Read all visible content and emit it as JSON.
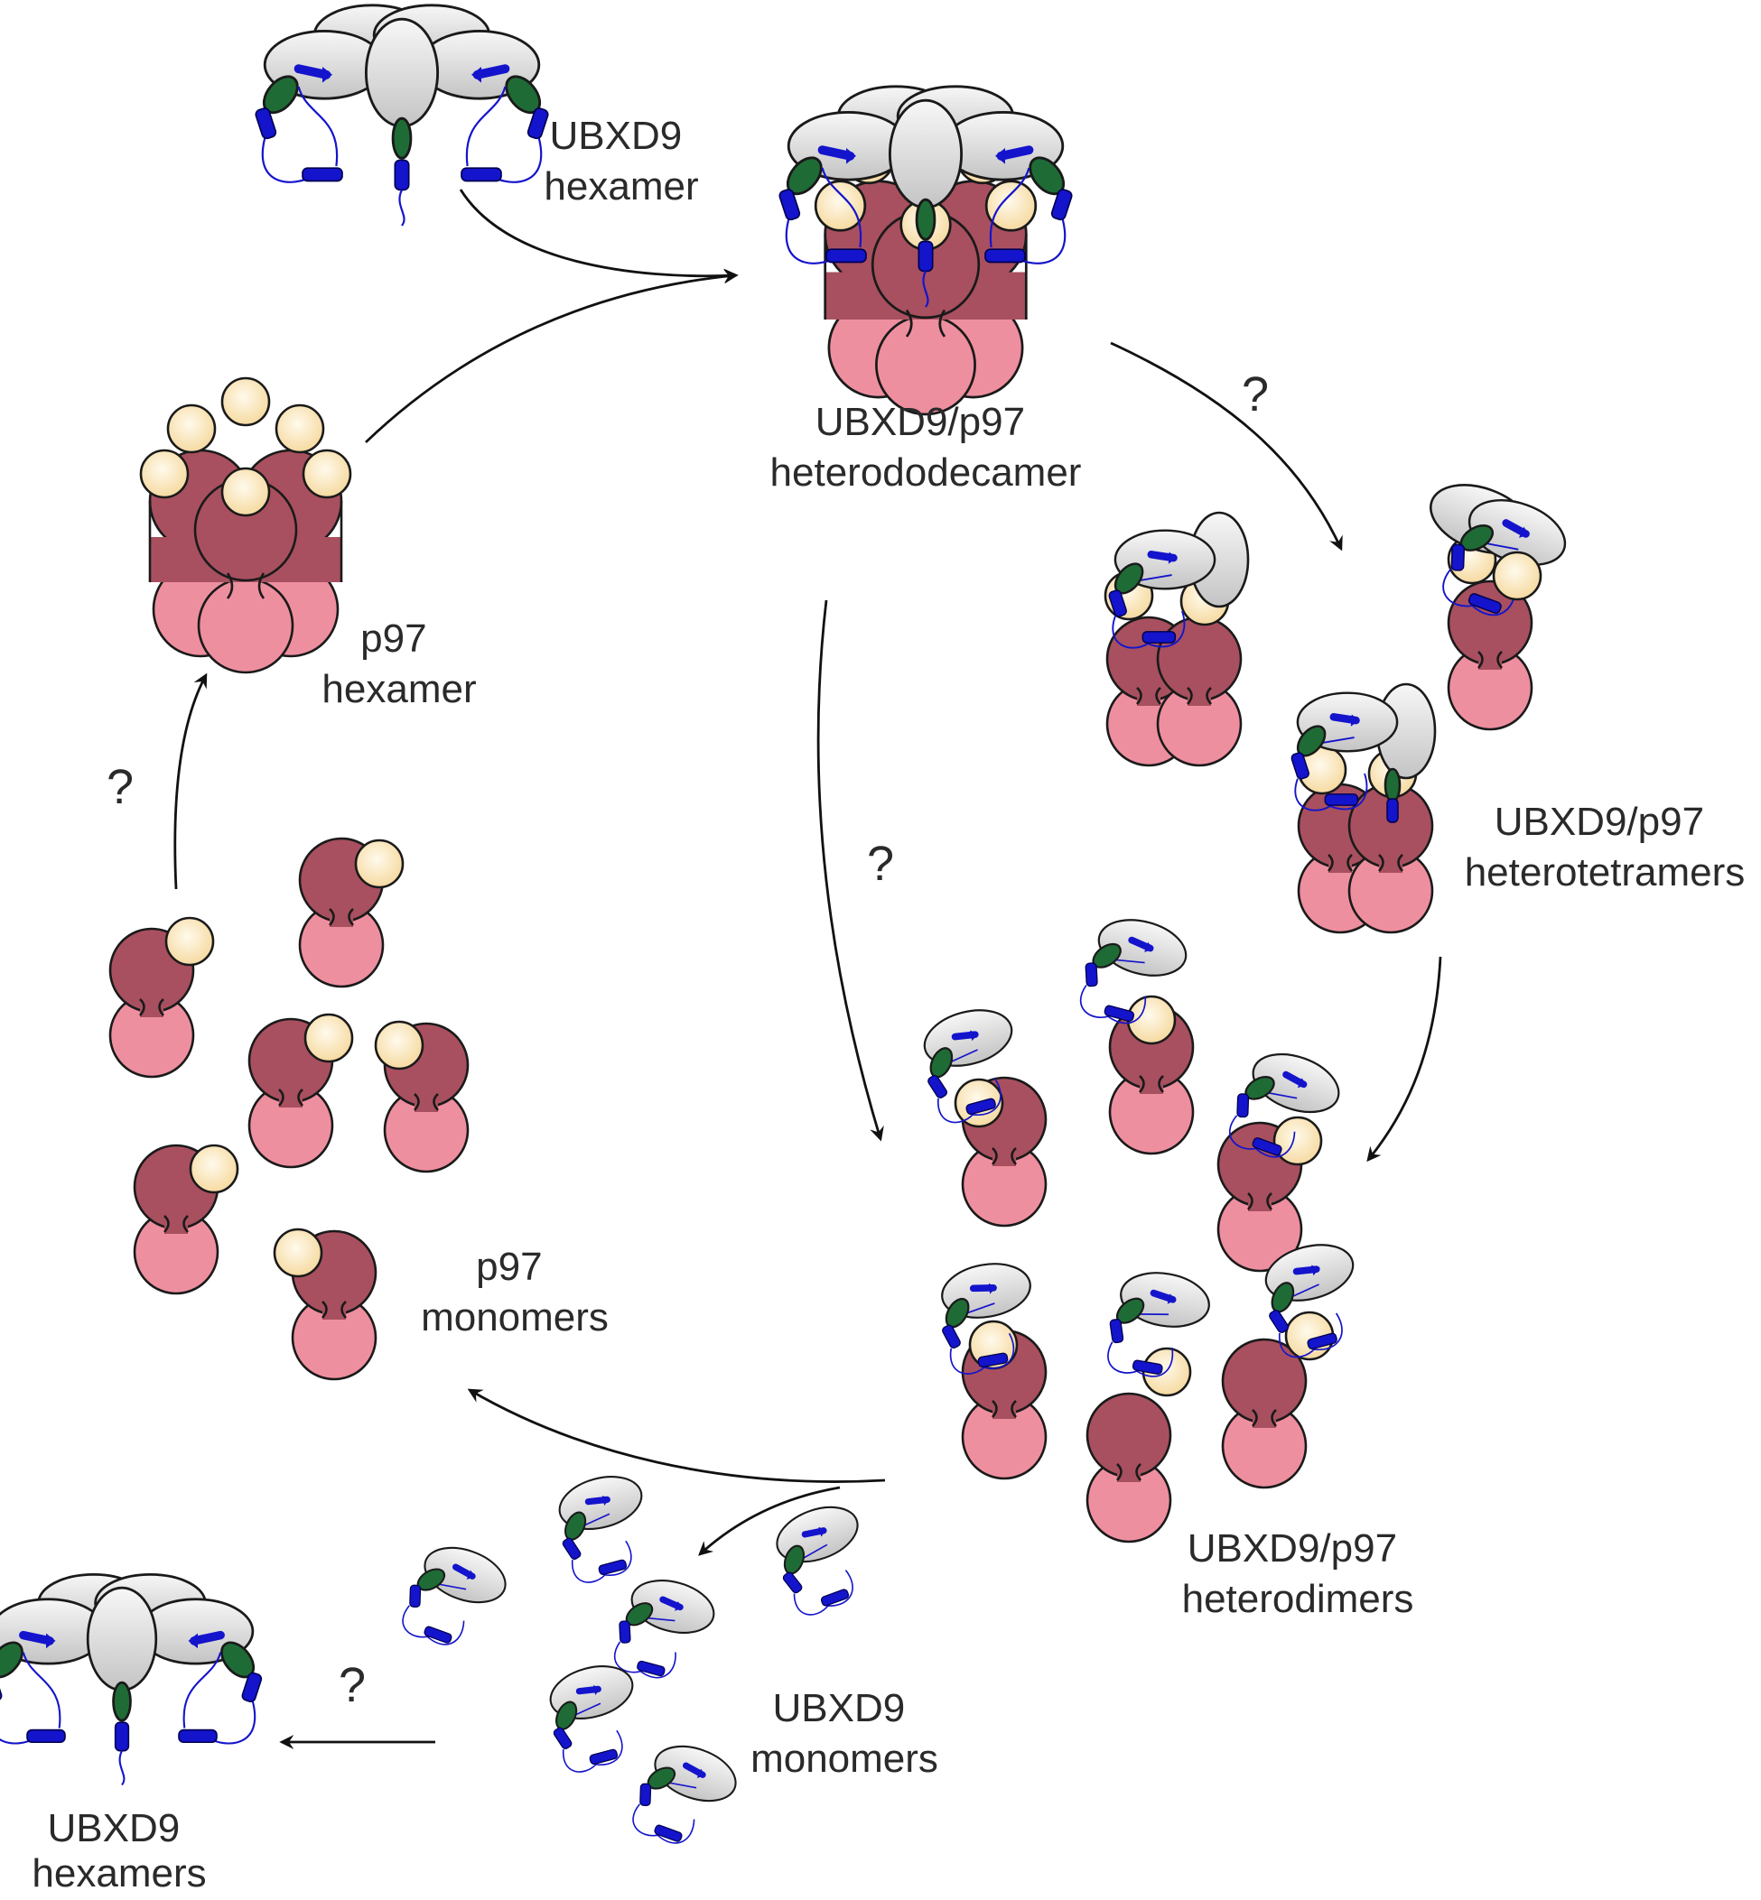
{
  "labels": {
    "ubxd9_hexamer": [
      "UBXD9",
      "hexamer"
    ],
    "heterododecamer": [
      "UBXD9/p97",
      "heterododecamer"
    ],
    "p97_hexamer": [
      "p97",
      "hexamer"
    ],
    "heterotetramers": [
      "UBXD9/p97",
      "heterotetramers"
    ],
    "p97_monomers": [
      "p97",
      "monomers"
    ],
    "heterodimers": [
      "UBXD9/p97",
      "heterodimers"
    ],
    "ubxd9_monomers": [
      "UBXD9",
      "monomers"
    ],
    "ubxd9_hexamers": [
      "UBXD9",
      "hexamers"
    ]
  },
  "question_mark": "?",
  "colors": {
    "p97_D1": "#a8505f",
    "p97_D2": "#ee8f9f",
    "p97_N": "#fbe5b0",
    "ubxd9_body": "#dcdcdc",
    "ubxd9_helix": "#1f6b36",
    "ubxd9_ubx": "#1414cc",
    "outline": "#1a1a1a"
  }
}
